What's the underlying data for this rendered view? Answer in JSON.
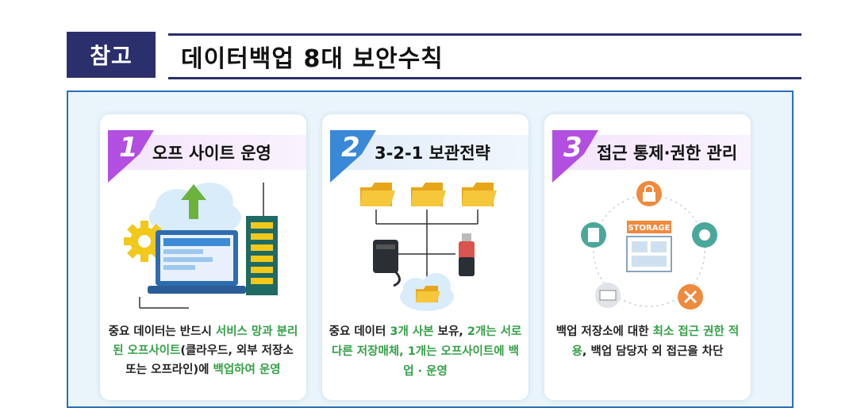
{
  "header": {
    "tag": "참고",
    "title": "데이터백업 8대 보안수칙"
  },
  "cards": [
    {
      "number": "1",
      "title": "오프 사이트 운영",
      "description": [
        {
          "text": "중요 데이터는 반드시 ",
          "highlight": false
        },
        {
          "text": "서비스 망과 분리된 오프사이트",
          "highlight": true
        },
        {
          "text": "(클라우드, 외부 저장소 또는 오프라인)에 ",
          "highlight": false
        },
        {
          "text": "백업하여 운영",
          "highlight": true
        }
      ]
    },
    {
      "number": "2",
      "title": "3-2-1 보관전략",
      "description": [
        {
          "text": "중요 데이터 ",
          "highlight": false
        },
        {
          "text": "3개 사본",
          "highlight": true
        },
        {
          "text": " 보유, ",
          "highlight": false
        },
        {
          "text": "2개는 서로 다른 저장매체, 1개는 오프사이트에 백업 · 운영",
          "highlight": true
        }
      ]
    },
    {
      "number": "3",
      "title": "접근 통제·권한 관리",
      "description": [
        {
          "text": "백업 저장소에 대한 ",
          "highlight": false
        },
        {
          "text": "최소 접근 권한 적용",
          "highlight": true
        },
        {
          "text": ", 백업 담당자 외 접근을 차단",
          "highlight": false
        }
      ]
    }
  ],
  "illustrations": {
    "card1": [
      "gear-icon",
      "cloud-icon",
      "upload-arrow-icon",
      "monitor-icon",
      "server-rack-icon"
    ],
    "card2": [
      "folder-icon",
      "folder-icon",
      "folder-icon",
      "external-drive-icon",
      "usb-drive-icon",
      "cloud-folder-icon"
    ],
    "card3": [
      "lock-icon",
      "storage-sign-icon",
      "document-icon",
      "settings-icon",
      "denied-icon",
      "card-reader-icon"
    ],
    "storage_sign_text": "STORAGE"
  },
  "colors": {
    "header_bg": "#2b2f6b",
    "panel_border": "#2c6fb8",
    "panel_bg": "#e9f4fb",
    "highlight": "#33a046",
    "num1": "#b24fe0",
    "num2": "#3a88d8",
    "num3": "#b24fe0"
  }
}
